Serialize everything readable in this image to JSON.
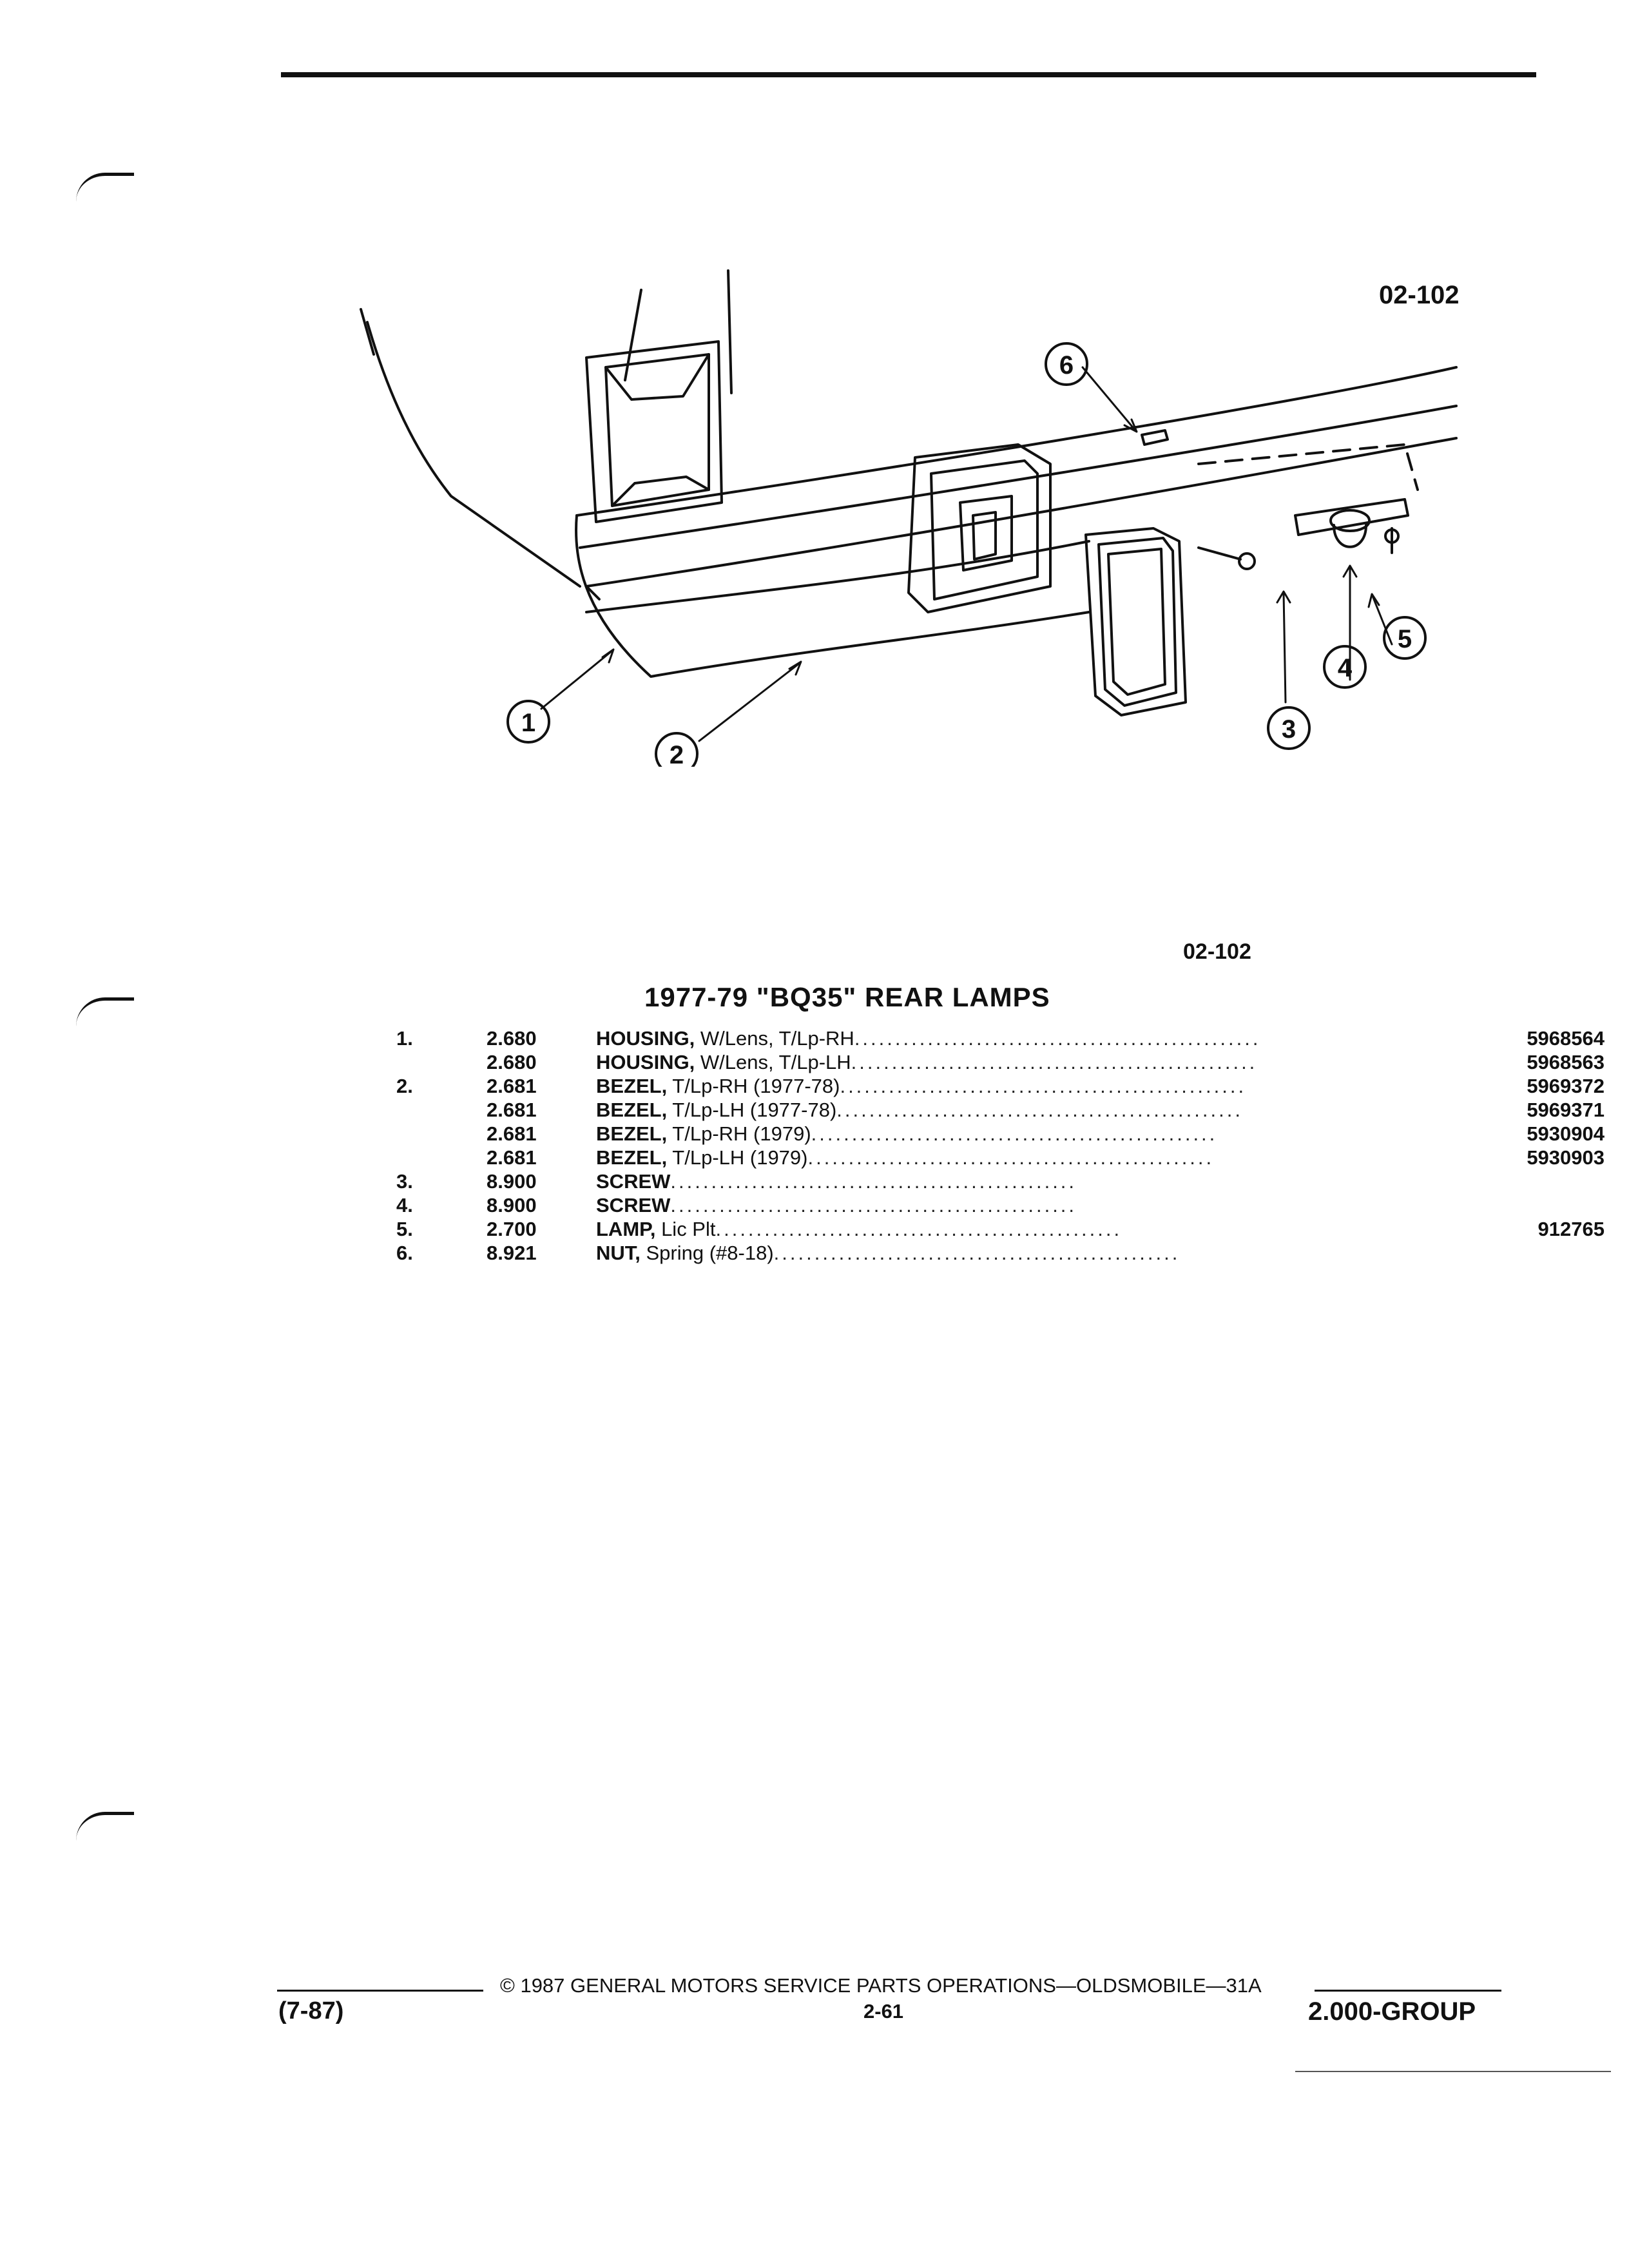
{
  "figure": {
    "code_top": "02-102",
    "code": "02-102",
    "callouts": [
      "1",
      "2",
      "3",
      "4",
      "5",
      "6"
    ]
  },
  "title": "1977-79 \"BQ35\" REAR LAMPS",
  "parts": [
    {
      "num": "1.",
      "group": "2.680",
      "name": "HOUSING,",
      "detail": " W/Lens, T/Lp-RH",
      "part_no": "5968564"
    },
    {
      "num": "",
      "group": "2.680",
      "name": "HOUSING,",
      "detail": " W/Lens, T/Lp-LH",
      "part_no": "5968563"
    },
    {
      "num": "2.",
      "group": "2.681",
      "name": "BEZEL,",
      "detail": " T/Lp-RH (1977-78)",
      "part_no": "5969372"
    },
    {
      "num": "",
      "group": "2.681",
      "name": "BEZEL,",
      "detail": " T/Lp-LH (1977-78)",
      "part_no": "5969371"
    },
    {
      "num": "",
      "group": "2.681",
      "name": "BEZEL,",
      "detail": " T/Lp-RH (1979)",
      "part_no": "5930904"
    },
    {
      "num": "",
      "group": "2.681",
      "name": "BEZEL,",
      "detail": " T/Lp-LH (1979)",
      "part_no": "5930903"
    },
    {
      "num": "3.",
      "group": "8.900",
      "name": "SCREW",
      "detail": "",
      "part_no": ""
    },
    {
      "num": "4.",
      "group": "8.900",
      "name": "SCREW",
      "detail": "",
      "part_no": ""
    },
    {
      "num": "5.",
      "group": "2.700",
      "name": "LAMP,",
      "detail": " Lic Plt",
      "part_no": "912765"
    },
    {
      "num": "6.",
      "group": "8.921",
      "name": "NUT,",
      "detail": " Spring (#8-18)",
      "part_no": ""
    }
  ],
  "footer": {
    "copyright": "© 1987 GENERAL MOTORS SERVICE PARTS OPERATIONS—OLDSMOBILE—31A",
    "date": "(7-87)",
    "page": "2-61",
    "group": "2.000-GROUP"
  }
}
